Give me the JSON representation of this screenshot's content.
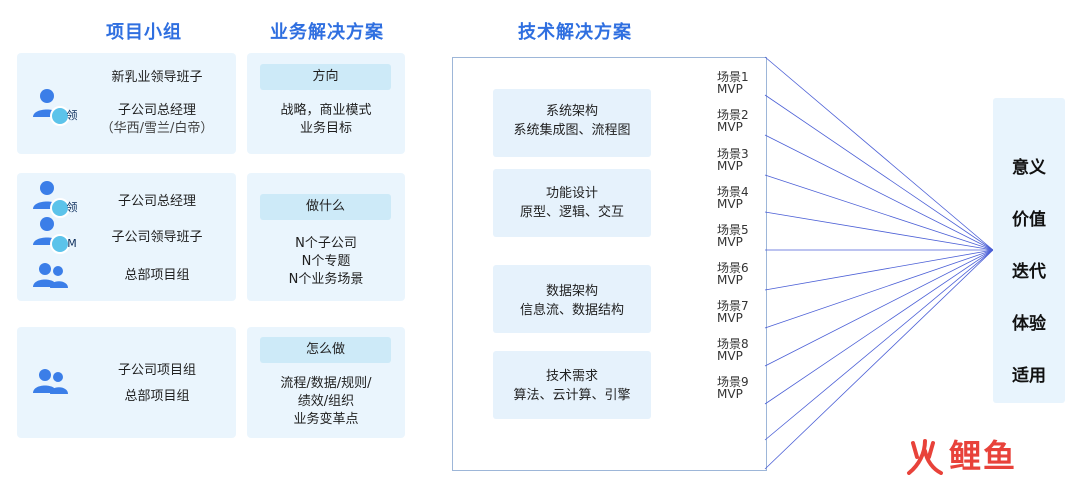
{
  "headers": {
    "project_group": "项目小组",
    "business_solution": "业务解决方案",
    "tech_solution": "技术解决方案"
  },
  "rows": [
    {
      "left": [
        "新乳业领导班子",
        "子公司总经理",
        "（华西/雪兰/白帝）"
      ],
      "badge": "领",
      "tag": "方向",
      "desc": [
        "战略，商业模式",
        "业务目标"
      ]
    },
    {
      "left": [
        "子公司总经理",
        "子公司领导班子",
        "总部项目组"
      ],
      "badges": [
        "领",
        "M"
      ],
      "tag": "做什么",
      "desc": [
        "N个子公司",
        "N个专题",
        "N个业务场景"
      ]
    },
    {
      "left": [
        "子公司项目组",
        "总部项目组"
      ],
      "tag": "怎么做",
      "desc": [
        "流程/数据/规则/",
        "绩效/组织",
        "业务变革点"
      ]
    }
  ],
  "tech_items": [
    {
      "title": "系统架构",
      "sub": "系统集成图、流程图"
    },
    {
      "title": "功能设计",
      "sub": "原型、逻辑、交互"
    },
    {
      "title": "数据架构",
      "sub": "信息流、数据结构"
    },
    {
      "title": "技术需求",
      "sub": "算法、云计算、引擎"
    }
  ],
  "scenes": [
    {
      "name": "场景1",
      "mvp": "MVP"
    },
    {
      "name": "场景2",
      "mvp": "MVP"
    },
    {
      "name": "场景3",
      "mvp": "MVP"
    },
    {
      "name": "场景4",
      "mvp": "MVP"
    },
    {
      "name": "场景5",
      "mvp": "MVP"
    },
    {
      "name": "场景6",
      "mvp": "MVP"
    },
    {
      "name": "场景7",
      "mvp": "MVP"
    },
    {
      "name": "场景8",
      "mvp": "MVP"
    },
    {
      "name": "场景9",
      "mvp": "MVP"
    }
  ],
  "values": [
    "意义",
    "价值",
    "迭代",
    "体验",
    "适用"
  ],
  "logo_text": "鲤鱼",
  "colors": {
    "accent": "#2f6fe0",
    "panel": "#eaf5fd",
    "tag": "#cdeaf8",
    "icon": "#3b7ee8",
    "badge": "#5cc3ea",
    "line": "#4b5fd6",
    "logo_red": "#e8423a"
  }
}
